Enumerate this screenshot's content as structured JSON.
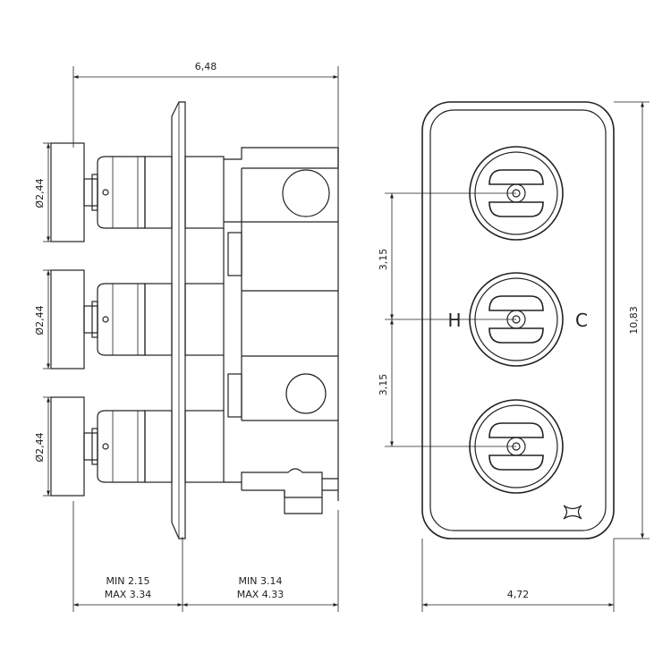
{
  "side_view": {
    "overall_width": "6,48",
    "handle_diameters": [
      "Ø2,44",
      "Ø2,44",
      "Ø2,44"
    ],
    "depth_front_min": "MIN 2.15",
    "depth_front_max": "MAX 3.34",
    "depth_back_min": "MIN 3.14",
    "depth_back_max": "MAX 4.33"
  },
  "front_view": {
    "spacing_top": "3,15",
    "spacing_bottom": "3,15",
    "height": "10,83",
    "width": "4,72",
    "hot_label": "H",
    "cold_label": "C",
    "logo": "x-logo"
  },
  "colors": {
    "line": "#222222",
    "background": "#ffffff"
  }
}
